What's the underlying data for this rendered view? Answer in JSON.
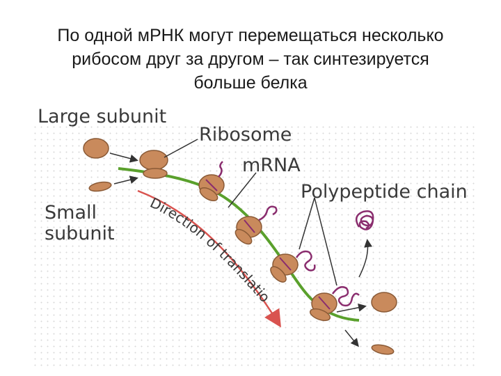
{
  "slide": {
    "title_lines": [
      "По одной мРНК могут перемещаться несколько",
      "рибосом друг за другом – так синтезируется",
      "больше белка"
    ]
  },
  "diagram": {
    "labels": {
      "large_subunit": "Large subunit",
      "ribosome": "Ribosome",
      "mrna": "mRNA",
      "polypeptide_chain": "Polypeptide chain",
      "small_subunit_line1": "Small",
      "small_subunit_line2": "subunit",
      "direction": "Direction of translation"
    },
    "colors": {
      "ribosome": "#c98a5c",
      "ribosome_outline": "#8a5a36",
      "mrna": "#5aa02c",
      "polypeptide": "#8a2d6e",
      "direction_arrow": "#d9534f",
      "pointer": "#333333"
    }
  }
}
